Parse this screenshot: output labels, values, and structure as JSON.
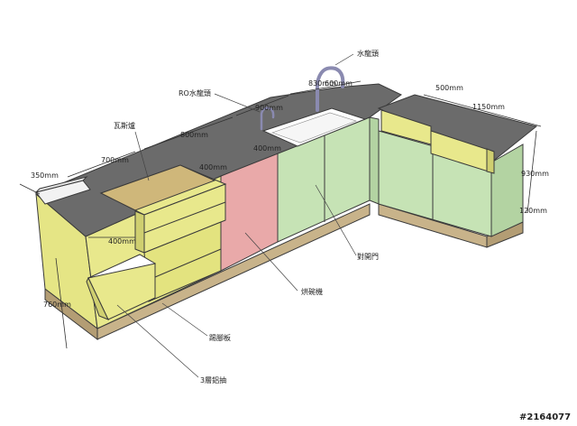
{
  "labels": {
    "faucet": "水龍頭",
    "ro_faucet": "RO水龍頭",
    "gas_stove": "瓦斯爐",
    "dishwasher": "烘碗機",
    "double_door": "對開門",
    "kick_plate": "踢腳板",
    "drawer3": "3層鋁抽"
  },
  "dimensions": {
    "d350": "350mm",
    "d700": "700mm",
    "d800": "800mm",
    "d400_stove": "400mm",
    "d400_drawer": "400mm",
    "d900": "900mm",
    "d400_ro": "400mm",
    "d830": "830mm",
    "d600": "600mm",
    "d500": "500mm",
    "d1150": "1150mm",
    "d930": "930mm",
    "d120": "120mm",
    "d760": "760mm"
  },
  "watermark": "#2164077",
  "colors": {
    "countertop": "#6b6b6b",
    "yellow_cabinet": "#e8e88c",
    "yellow_dark": "#cfcf70",
    "green_cabinet": "#c6e3b5",
    "green_dark": "#b3d3a2",
    "pink_cabinet": "#e9a9a9",
    "kick_plate": "#c8b38a",
    "stove_board": "#cfb77a"
  }
}
